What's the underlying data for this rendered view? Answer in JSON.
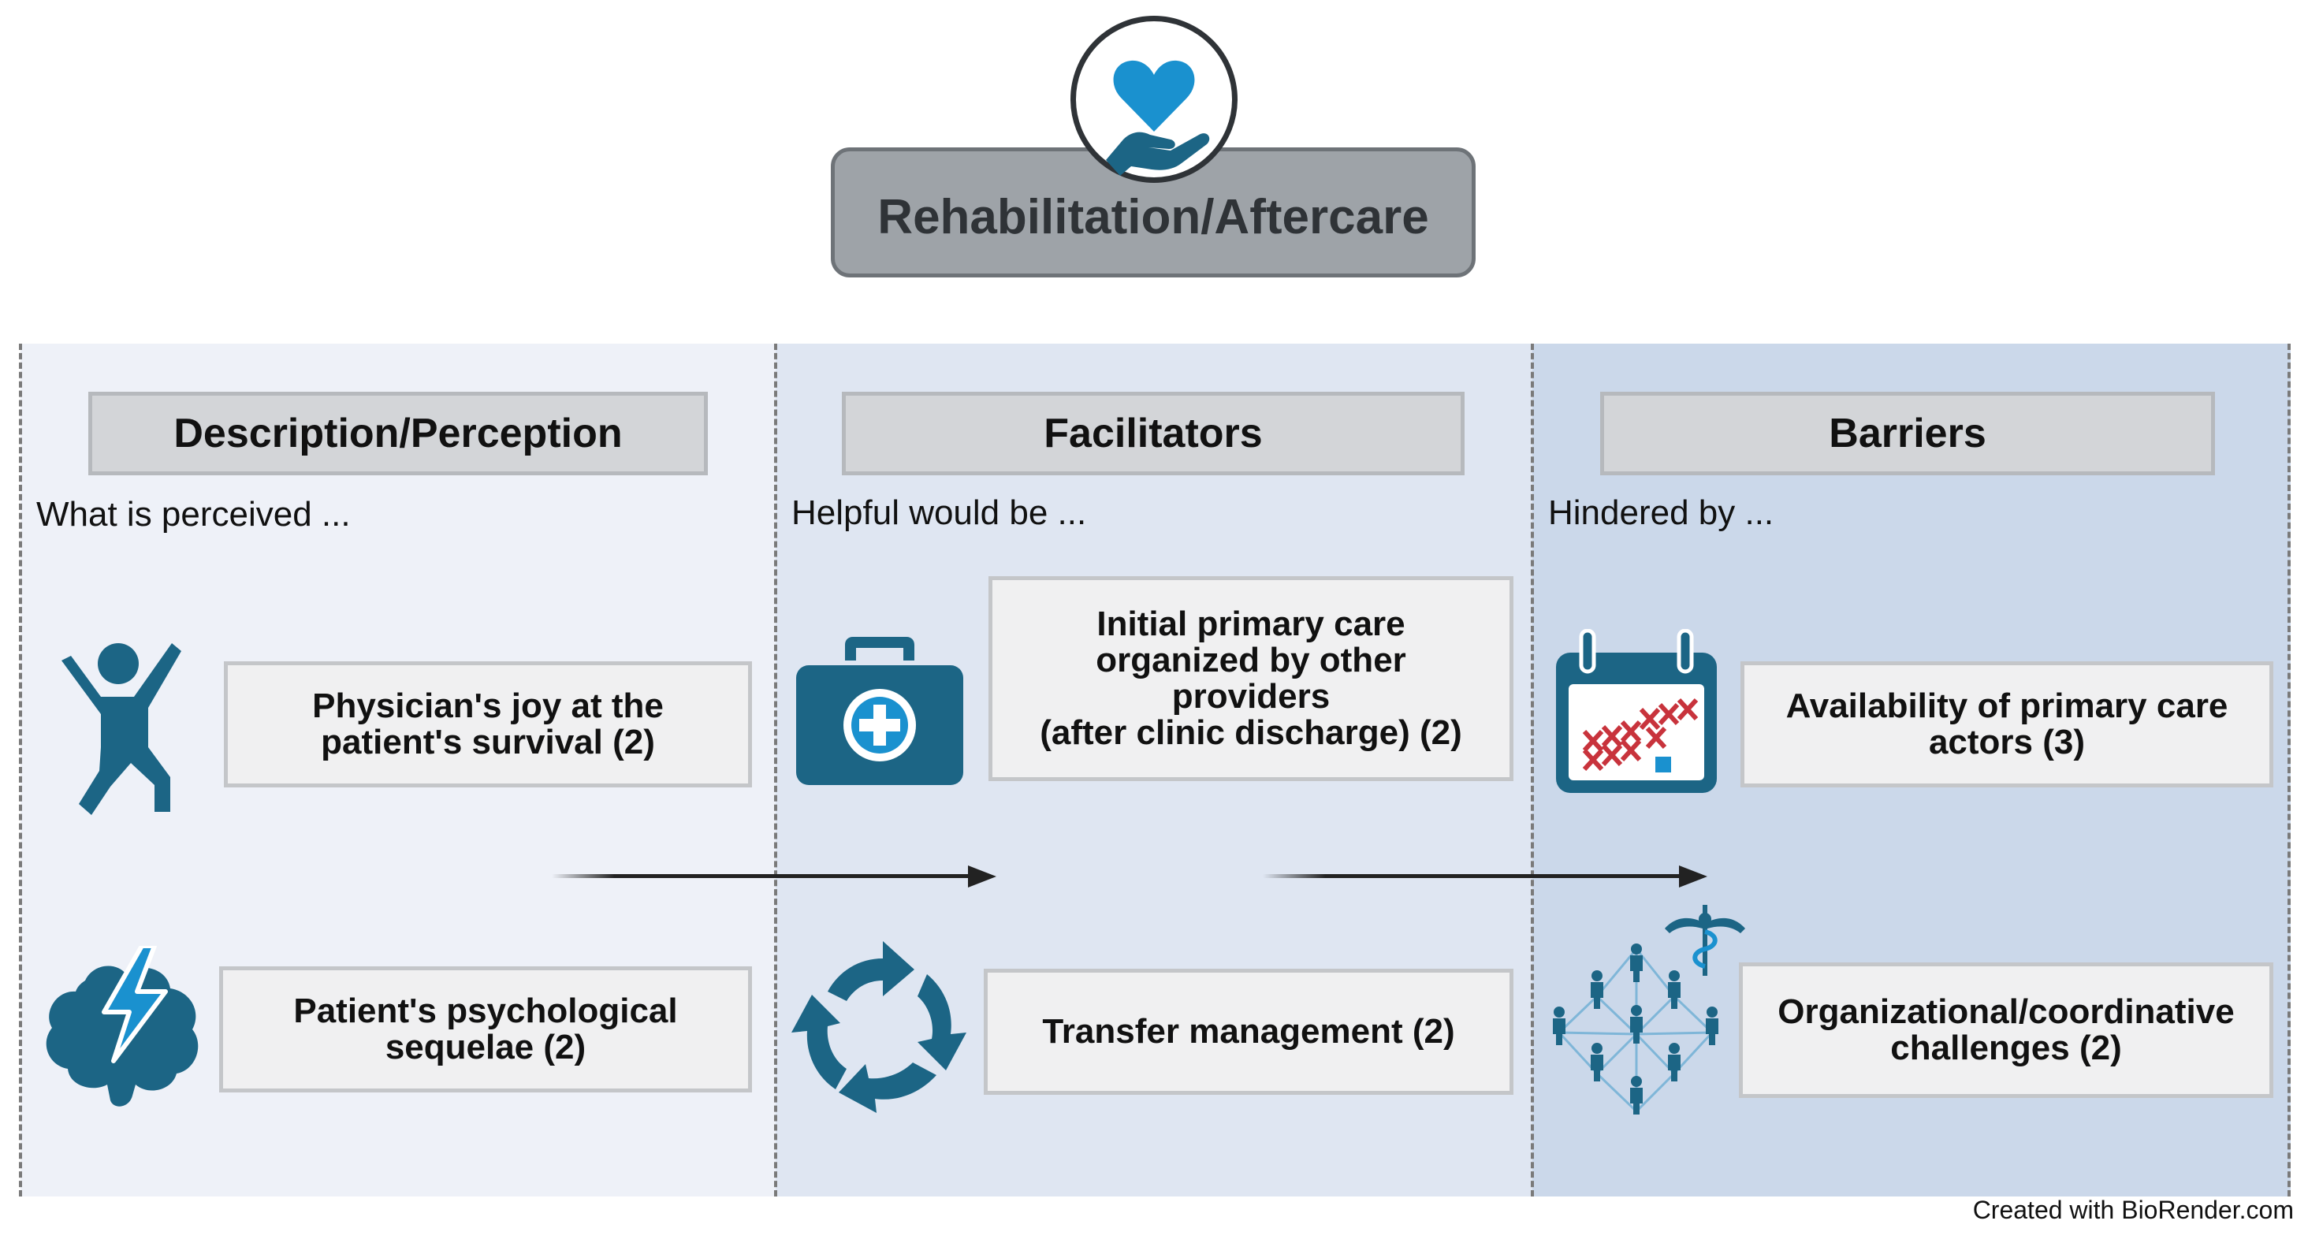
{
  "title": "Rehabilitation/Aftercare",
  "columns": [
    {
      "header": "Description/Perception",
      "subtitle": "What is perceived ..."
    },
    {
      "header": "Facilitators",
      "subtitle": "Helpful would be ..."
    },
    {
      "header": "Barriers",
      "subtitle": "Hindered by ..."
    }
  ],
  "items": {
    "joy": "Physician's joy at the\npatient's survival (2)",
    "psych": "Patient's psychological\nsequelae (2)",
    "primary_care_other": "Initial primary care\norganized by other\nproviders\n(after clinic discharge) (2)",
    "transfer": "Transfer management (2)",
    "availability": "Availability of primary care\nactors (3)",
    "organizational": "Organizational/coordinative\nchallenges (2)"
  },
  "credit": "Created with BioRender.com",
  "colors": {
    "col1": "#eef1f8",
    "col2": "#dfe6f2",
    "col3": "#cbd8ea",
    "icon_teal": "#1c6585",
    "heart_blue": "#1a91cf",
    "red": "#c8333c"
  }
}
